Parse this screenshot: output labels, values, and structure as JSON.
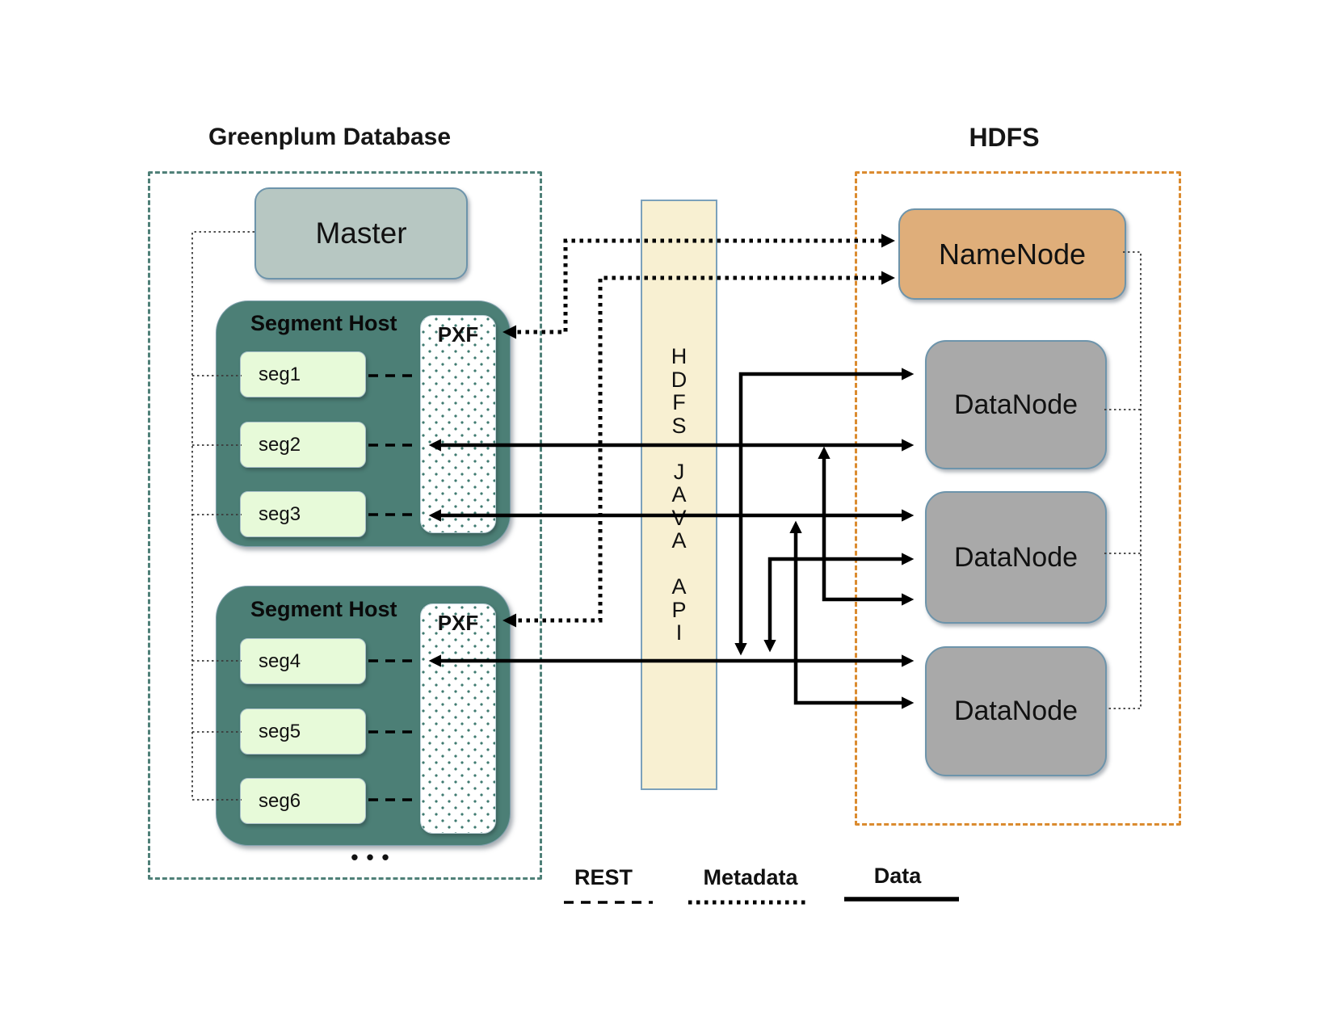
{
  "colors": {
    "canvas-bg": "#ffffff",
    "greenplum-border": "#4f8078",
    "hdfs-border": "#db8b2f",
    "master-fill": "#b7c7c2",
    "segment-host-fill": "#4c7f76",
    "segment-fill": "#e7fad9",
    "pxf-dot": "#3f7a70",
    "api-bar-fill": "#f8f0d2",
    "namenode-fill": "#dfae7a",
    "datanode-fill": "#a9a9a9",
    "node-border": "#6d94ab",
    "line-color": "#000000"
  },
  "greenplum": {
    "title": "Greenplum Database",
    "master_label": "Master",
    "segment_hosts": [
      {
        "label": "Segment Host",
        "pxf_label": "PXF",
        "segments": [
          "seg1",
          "seg2",
          "seg3"
        ]
      },
      {
        "label": "Segment Host",
        "pxf_label": "PXF",
        "segments": [
          "seg4",
          "seg5",
          "seg6"
        ]
      }
    ],
    "ellipsis": "•••"
  },
  "api_bar": {
    "label": "HDFS JAVA API",
    "label_vertical": "H\nD\nF\nS\n\nJ\nA\nV\nA\n\nA\nP\nI"
  },
  "hdfs": {
    "title": "HDFS",
    "namenode_label": "NameNode",
    "datanode_labels": [
      "DataNode",
      "DataNode",
      "DataNode"
    ]
  },
  "legend": {
    "items": [
      {
        "label": "REST",
        "line_style": "dashed"
      },
      {
        "label": "Metadata",
        "line_style": "dotted"
      },
      {
        "label": "Data",
        "line_style": "solid"
      }
    ]
  }
}
